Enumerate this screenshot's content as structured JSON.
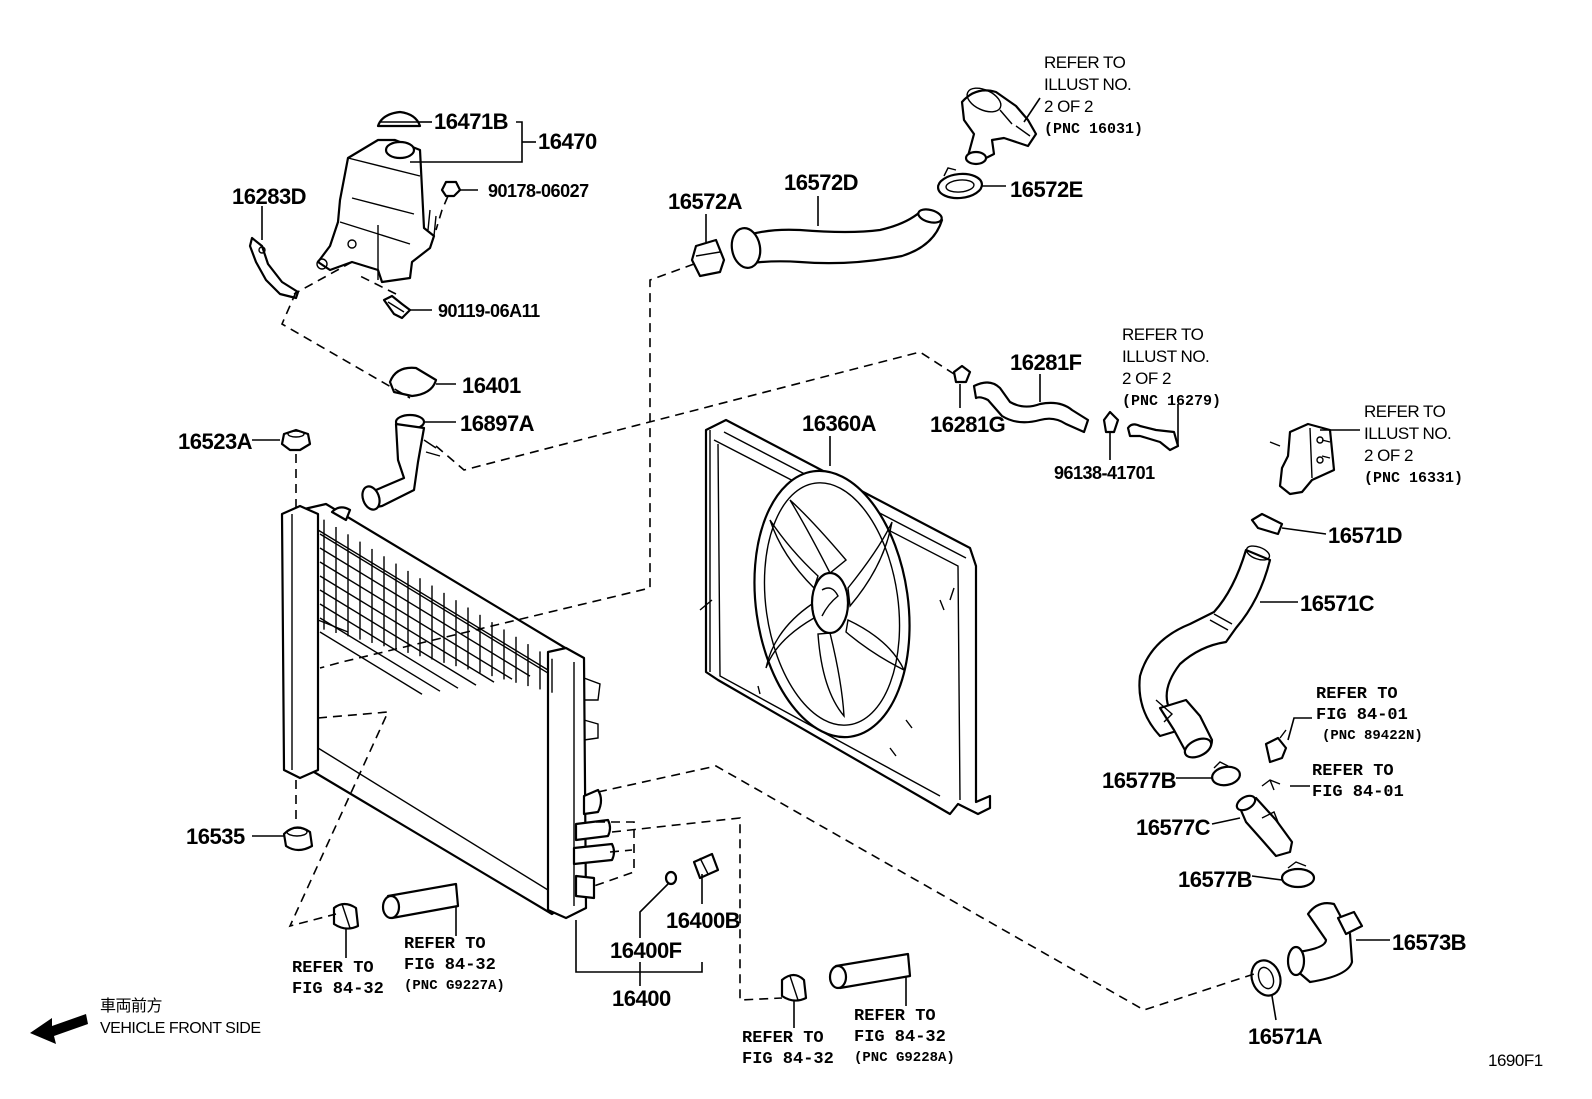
{
  "labels": {
    "p16471B": "16471B",
    "p16470": "16470",
    "p16283D": "16283D",
    "p90178": "90178-06027",
    "p90119": "90119-06A11",
    "p16401": "16401",
    "p16897A": "16897A",
    "p16523A": "16523A",
    "p16535": "16535",
    "p16572A": "16572A",
    "p16572D": "16572D",
    "p16572E": "16572E",
    "p16360A": "16360A",
    "p16281F": "16281F",
    "p16281G": "16281G",
    "p96138": "96138-41701",
    "p16571D": "16571D",
    "p16571C": "16571C",
    "p16577B_1": "16577B",
    "p16577C": "16577C",
    "p16577B_2": "16577B",
    "p16573B": "16573B",
    "p16571A": "16571A",
    "p16400B": "16400B",
    "p16400F": "16400F",
    "p16400": "16400",
    "code": "1690F1"
  },
  "refs": {
    "r16031": {
      "l1": "REFER TO",
      "l2": "ILLUST NO.",
      "l3": "2 OF 2",
      "l4": "(PNC 16031)"
    },
    "r16279": {
      "l1": "REFER TO",
      "l2": "ILLUST NO.",
      "l3": "2 OF 2",
      "l4": "(PNC 16279)"
    },
    "r16331": {
      "l1": "REFER TO",
      "l2": "ILLUST NO.",
      "l3": "2 OF 2",
      "l4": "(PNC 16331)"
    },
    "r89422N": {
      "l1": "REFER TO",
      "l2": "FIG 84-01",
      "l3": "(PNC 89422N)"
    },
    "r8401": {
      "l1": "REFER TO",
      "l2": "FIG 84-01"
    },
    "r8432a": {
      "l1": "REFER TO",
      "l2": "FIG 84-32"
    },
    "rG9227A": {
      "l1": "REFER TO",
      "l2": "FIG 84-32",
      "l3": "(PNC G9227A)"
    },
    "r8432b": {
      "l1": "REFER TO",
      "l2": "FIG 84-32"
    },
    "rG9228A": {
      "l1": "REFER TO",
      "l2": "FIG 84-32",
      "l3": "(PNC G9228A)"
    }
  },
  "front": {
    "jp": "車両前方",
    "en": "VEHICLE FRONT SIDE"
  }
}
